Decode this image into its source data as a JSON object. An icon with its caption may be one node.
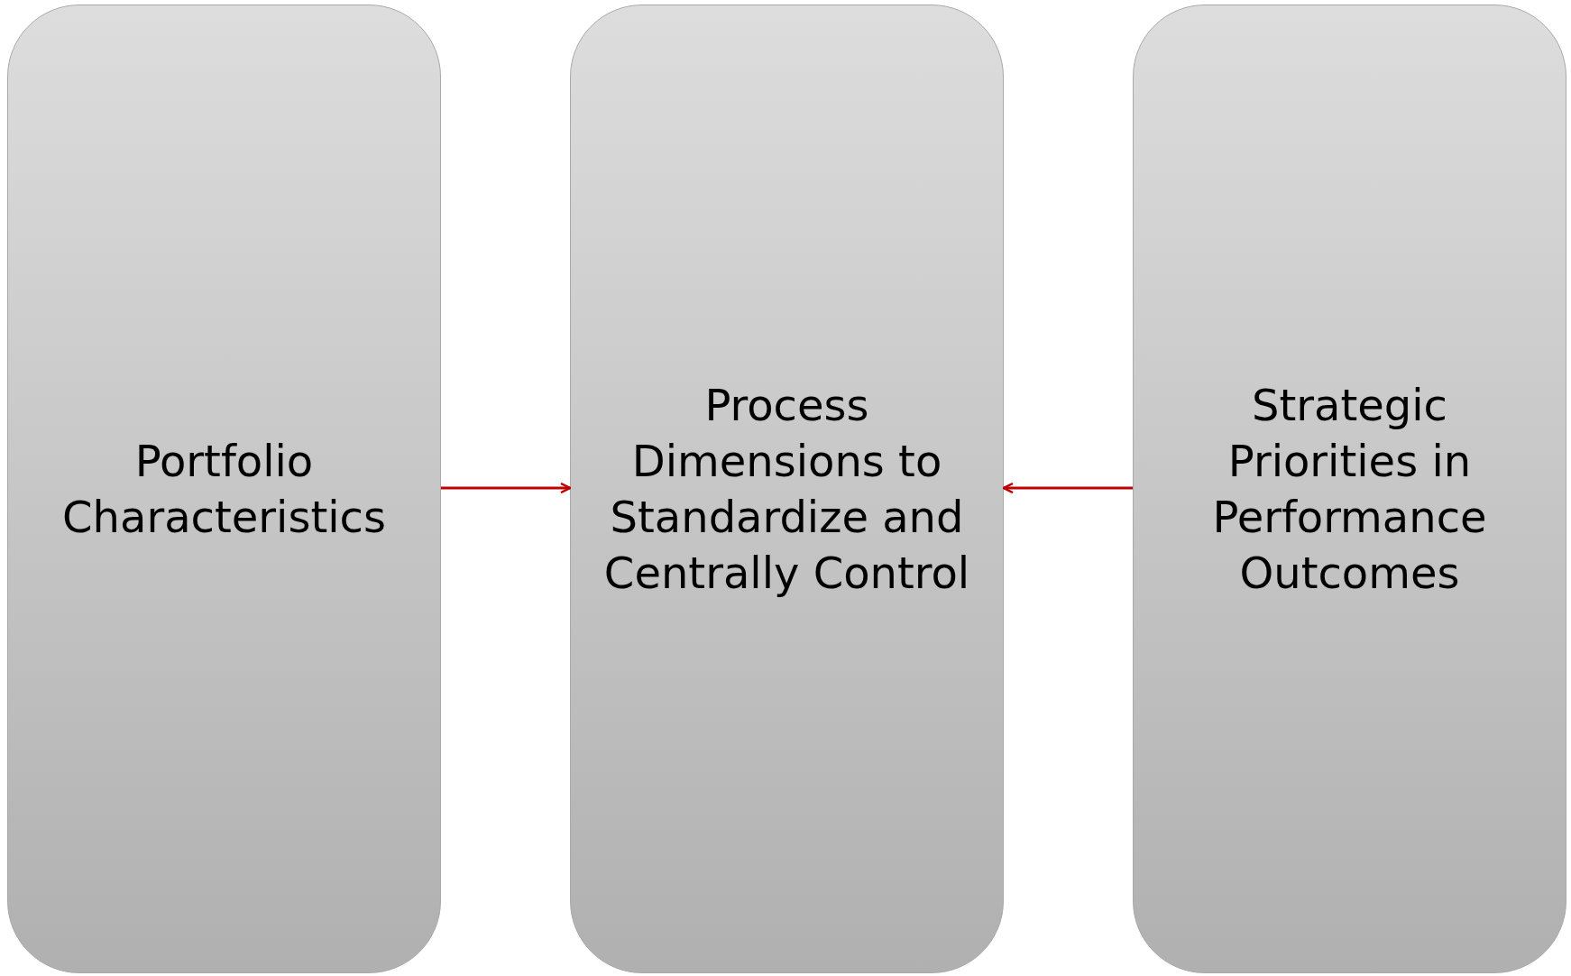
{
  "diagram": {
    "nodes": [
      {
        "text": [
          "Portfolio Characteristics"
        ]
      },
      {
        "text": [
          "Process Dimensions to Standardize and Centrally Control"
        ]
      },
      {
        "text": [
          "Strategic Priorities in Performance Outcomes"
        ]
      }
    ],
    "edges": [
      {
        "from": 0,
        "to": 1,
        "arrow": "to",
        "color": "#c00000"
      },
      {
        "from": 2,
        "to": 1,
        "arrow": "to",
        "color": "#c00000"
      }
    ]
  }
}
